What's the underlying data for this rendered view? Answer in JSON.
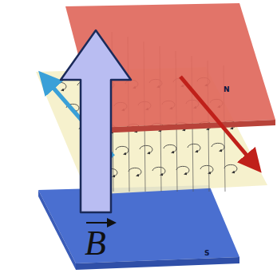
{
  "diagram": {
    "labels": [
      "N",
      "S",
      "B"
    ]
  }
}
